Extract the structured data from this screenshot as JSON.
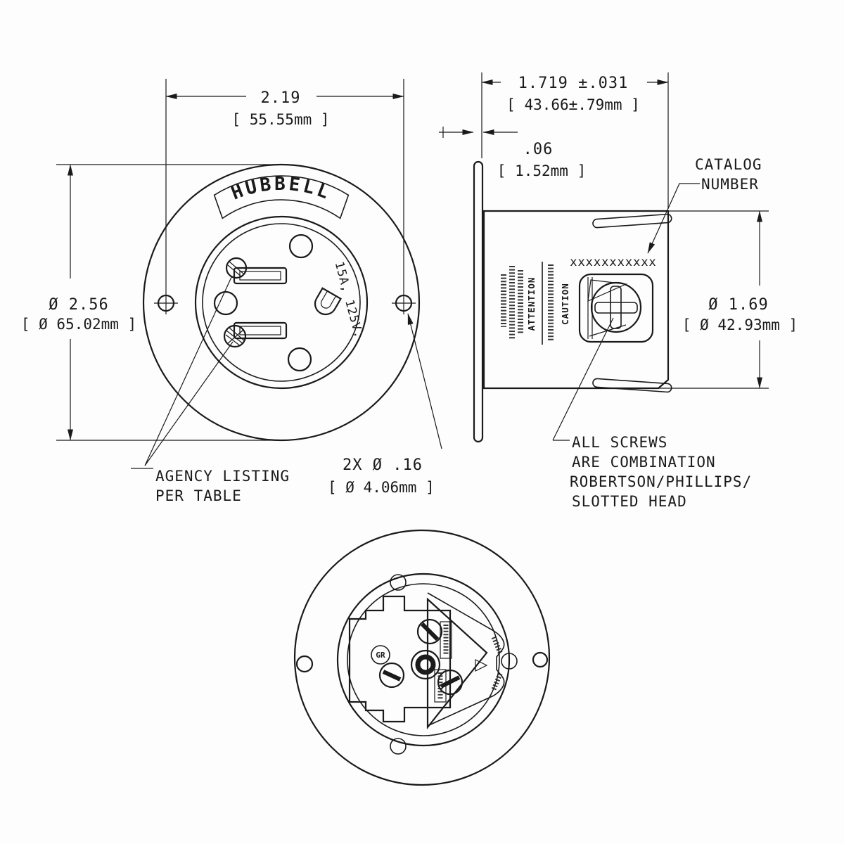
{
  "drawing": {
    "front_view": {
      "brand": "HUBBELL",
      "rating": "15A, 125V.",
      "dim_width": {
        "in": "2.19",
        "mm": "[ 55.55mm ]"
      },
      "dim_diameter": {
        "in": "Ø 2.56",
        "mm": "[ Ø 65.02mm ]"
      },
      "dim_holes": {
        "line1": "2X  Ø  .16",
        "line2": "[ Ø  4.06mm ]"
      },
      "note_agency": {
        "line1": "AGENCY LISTING",
        "line2": "PER TABLE"
      }
    },
    "side_view": {
      "dim_depth": {
        "in": "1.719 ±.031",
        "mm": "[ 43.66±.79mm ]"
      },
      "dim_flange": {
        "in": ".06",
        "mm": "[ 1.52mm ]"
      },
      "dim_body_dia": {
        "in": "Ø 1.69",
        "mm": "[ Ø 42.93mm ]"
      },
      "catalog_note": {
        "line1": "CATALOG",
        "line2": "NUMBER"
      },
      "catalog_placeholder": "xxxxxxxxxxx",
      "label_attention": "ATTENTION",
      "label_caution": "CAUTION",
      "note_screws": {
        "line1": "ALL SCREWS",
        "line2": "ARE COMBINATION",
        "line3": "ROBERTSON/PHILLIPS/",
        "line4": "SLOTTED HEAD"
      }
    },
    "bottom_view": {
      "ground_label": "GR"
    }
  }
}
